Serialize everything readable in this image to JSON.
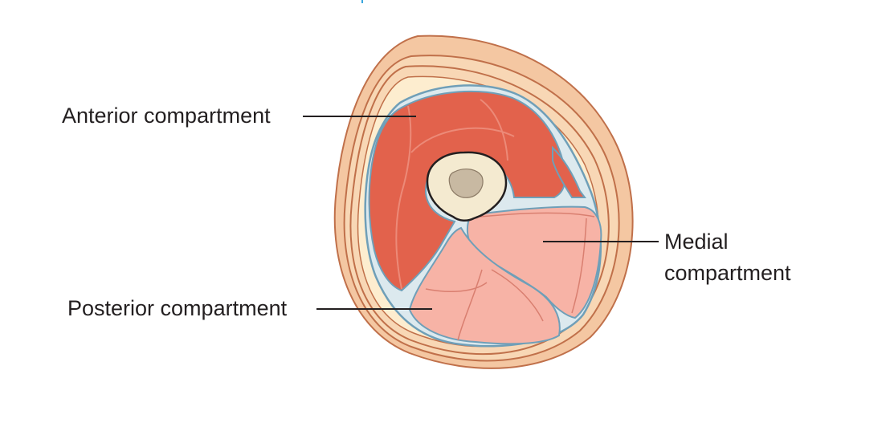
{
  "labels": {
    "anterior": "Anterior compartment",
    "posterior": "Posterior compartment",
    "medial_line1": "Medial",
    "medial_line2": "compartment"
  },
  "colors": {
    "skin_outer": "#f4c7a2",
    "skin_outline": "#c0704a",
    "skin_inner": "#f8d7b5",
    "subcutaneous_fat": "#fdedcf",
    "fascia": "#6f9fb8",
    "anterior_muscle": "#e2624c",
    "anterior_muscle_highlight": "#ec8a78",
    "muscle_outline": "#c44a39",
    "posterior_medial_muscle": "#f7b3a6",
    "pale_muscle_outline": "#d97f70",
    "bone_cortex": "#f4ead0",
    "bone_outline": "#231f20",
    "bone_marrow": "#c8b9a2",
    "label_text": "#231f20",
    "leader_line": "#231f20"
  }
}
